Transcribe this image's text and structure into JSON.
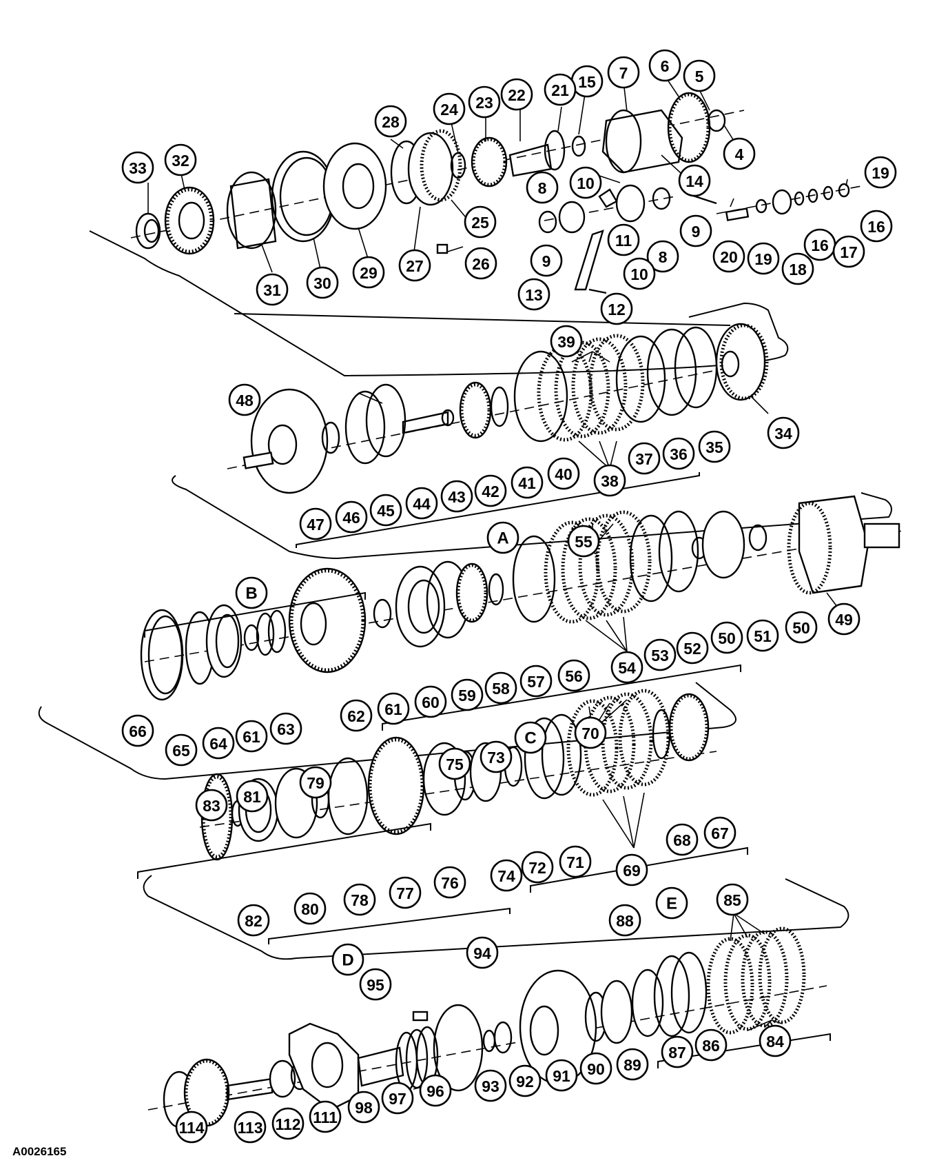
{
  "figure_id": "A0026165",
  "callouts": {
    "c4": "4",
    "c5": "5",
    "c6": "6",
    "c7": "7",
    "c8a": "8",
    "c8b": "8",
    "c9a": "9",
    "c9b": "9",
    "c10a": "10",
    "c10b": "10",
    "c11": "11",
    "c12": "12",
    "c13": "13",
    "c14": "14",
    "c15": "15",
    "c16a": "16",
    "c16b": "16",
    "c17": "17",
    "c18": "18",
    "c19a": "19",
    "c19b": "19",
    "c20": "20",
    "c21": "21",
    "c22": "22",
    "c23": "23",
    "c24": "24",
    "c25": "25",
    "c26": "26",
    "c27": "27",
    "c28": "28",
    "c29": "29",
    "c30": "30",
    "c31": "31",
    "c32": "32",
    "c33": "33",
    "c34": "34",
    "c35": "35",
    "c36": "36",
    "c37": "37",
    "c38": "38",
    "c39": "39",
    "c40": "40",
    "c41": "41",
    "c42": "42",
    "c43": "43",
    "c44": "44",
    "c45": "45",
    "c46": "46",
    "c47": "47",
    "c48": "48",
    "c49": "49",
    "c50a": "50",
    "c50b": "50",
    "c51": "51",
    "c52": "52",
    "c53": "53",
    "c54": "54",
    "c55": "55",
    "c56": "56",
    "c57": "57",
    "c58": "58",
    "c59": "59",
    "c60": "60",
    "c61a": "61",
    "c61b": "61",
    "c62": "62",
    "c63": "63",
    "c64": "64",
    "c65": "65",
    "c66": "66",
    "c67": "67",
    "c68": "68",
    "c69": "69",
    "c70": "70",
    "c71": "71",
    "c72": "72",
    "c73": "73",
    "c74": "74",
    "c75": "75",
    "c76": "76",
    "c77": "77",
    "c78": "78",
    "c79": "79",
    "c80": "80",
    "c81": "81",
    "c82": "82",
    "c83": "83",
    "c84": "84",
    "c85": "85",
    "c86": "86",
    "c87": "87",
    "c88": "88",
    "c89": "89",
    "c90": "90",
    "c91": "91",
    "c92": "92",
    "c93": "93",
    "c94": "94",
    "c95": "95",
    "c96": "96",
    "c97": "97",
    "c98": "98",
    "c111": "111",
    "c112": "112",
    "c113": "113",
    "c114": "114"
  },
  "groups": {
    "A": "A",
    "B": "B",
    "C": "C",
    "D": "D",
    "E": "E"
  }
}
